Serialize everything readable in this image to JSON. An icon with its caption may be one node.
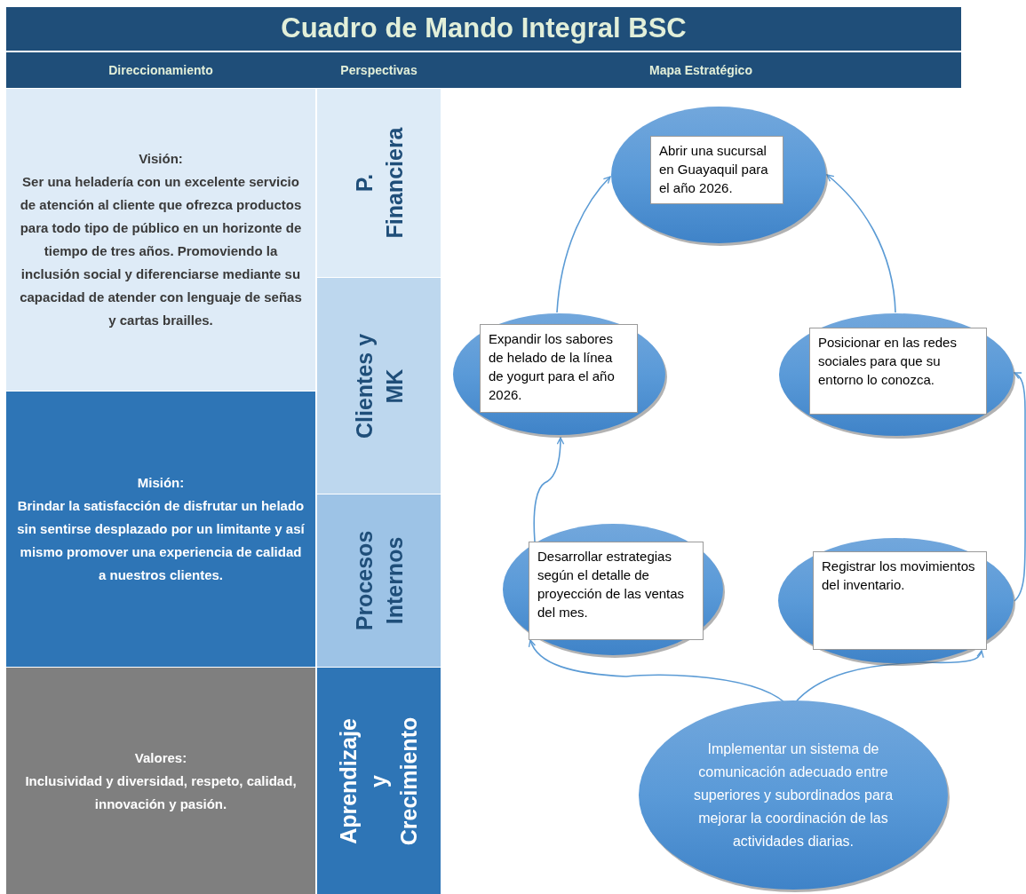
{
  "diagram": {
    "title": "Cuadro de Mando Integral BSC",
    "nodes": [
      {
        "text": [
          "Visión:",
          "Ser una heladería con un excelente servicio de atención al cliente que ofrezca productos para todo tipo de público en un horizonte de tiempo de tres años. Promoviendo la inclusión social y diferenciarse mediante su capacidad de atender con lenguaje de señas y cartas brailles."
        ]
      },
      {
        "text": [
          "Misión:",
          "Brindar la satisfacción de disfrutar un helado sin sentirse desplazado por un limitante y así mismo promover una experiencia de calidad a nuestros clientes."
        ]
      },
      {
        "text": [
          "Valores:",
          "Inclusividad y diversidad, respeto, calidad, innovación y pasión."
        ]
      },
      {
        "text": [
          "P. Financiera"
        ]
      },
      {
        "text": [
          "Clientes y MK"
        ]
      },
      {
        "text": [
          "Procesos Internos"
        ]
      },
      {
        "text": [
          "Aprendizaje y Crecimiento"
        ]
      },
      {
        "text": [
          "Abrir una sucursal en Guayaquil para el año 2026."
        ]
      },
      {
        "text": [
          "Expandir los sabores de helado de la línea de yogurt para el año 2026."
        ]
      },
      {
        "text": [
          "Posicionar en las redes sociales para que su entorno lo conozca."
        ]
      },
      {
        "text": [
          "Desarrollar estrategias según el detalle de proyección de las ventas del mes."
        ]
      },
      {
        "text": [
          "Registrar los movimientos del inventario."
        ]
      },
      {
        "text": [
          "Implementar un sistema de comunicación adecuado entre superiores y subordinados para mejorar la coordinación de las actividades diarias."
        ]
      }
    ],
    "edges": [
      {
        "from": 8,
        "to": 7,
        "arrow": "to"
      },
      {
        "from": 9,
        "to": 7,
        "arrow": "to"
      },
      {
        "from": 10,
        "to": 8,
        "arrow": "to"
      },
      {
        "from": 12,
        "to": 10,
        "arrow": "to"
      },
      {
        "from": 12,
        "to": 11,
        "arrow": "to"
      },
      {
        "from": 11,
        "to": 9,
        "arrow": "to"
      }
    ],
    "labels": [
      "Direccionamiento",
      "Perspectivas",
      "Mapa Estratégico"
    ]
  }
}
